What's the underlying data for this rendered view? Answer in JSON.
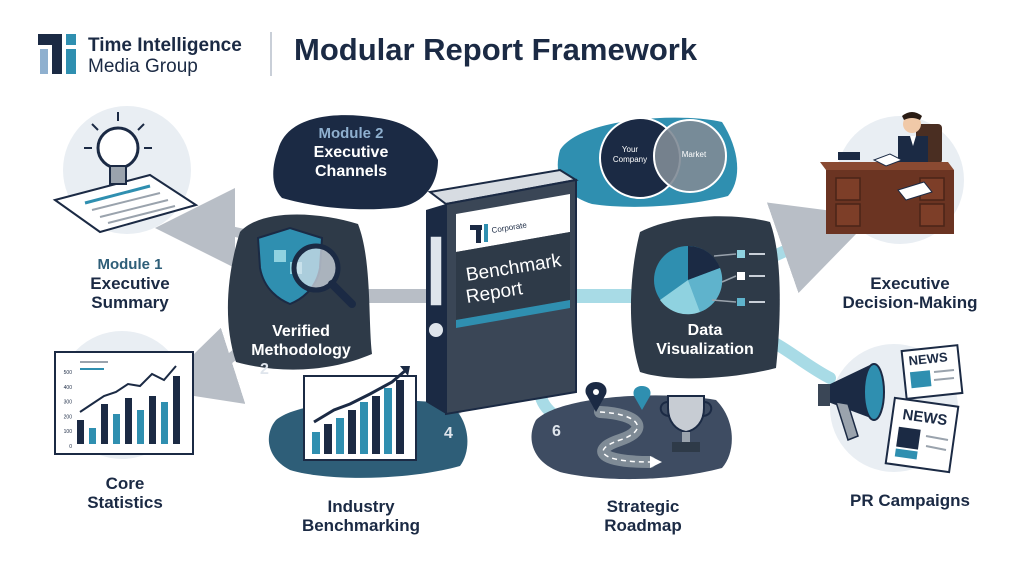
{
  "brand": {
    "name_line1": "Time Intelligence",
    "name_line2": "Media Group"
  },
  "title": "Modular Report Framework",
  "binder": {
    "logo_text": "Corporate",
    "title_line1": "Benchmark",
    "title_line2": "Report"
  },
  "modules": {
    "executive_summary": {
      "module": "Module 1",
      "line1": "Executive",
      "line2": "Summary"
    },
    "executive_channels": {
      "module": "Module 2",
      "line1": "Executive",
      "line2": "Channels"
    },
    "verified_methodology": {
      "line1": "Verified",
      "line2": "Methodology",
      "number": "2"
    },
    "industry_benchmarking": {
      "line1": "Industry",
      "line2": "Benchmarking",
      "number": "4"
    },
    "strategic_roadmap": {
      "line1": "Strategic",
      "line2": "Roadmap",
      "number": "6"
    },
    "data_visualization": {
      "line1": "Data",
      "line2": "Visualization"
    },
    "core_statistics": {
      "line1": "Core",
      "line2": "Statistics"
    },
    "executive_decision": {
      "line1": "Executive",
      "line2": "Decision-Making"
    },
    "pr_campaigns": {
      "line1": "PR Campaigns"
    }
  },
  "venn": {
    "left": "Your Company",
    "left_line1": "Your",
    "left_line2": "Company",
    "right": "Market"
  },
  "newspaper": {
    "label": "NEWS"
  },
  "stats_axis": [
    "500",
    "400",
    "300",
    "200",
    "100",
    "0"
  ],
  "colors": {
    "navy": "#1b2a44",
    "teal": "#2f8fb0",
    "dark_slate": "#2e3a48",
    "light_teal": "#8fd2e0",
    "gray": "#9aa3ad"
  }
}
